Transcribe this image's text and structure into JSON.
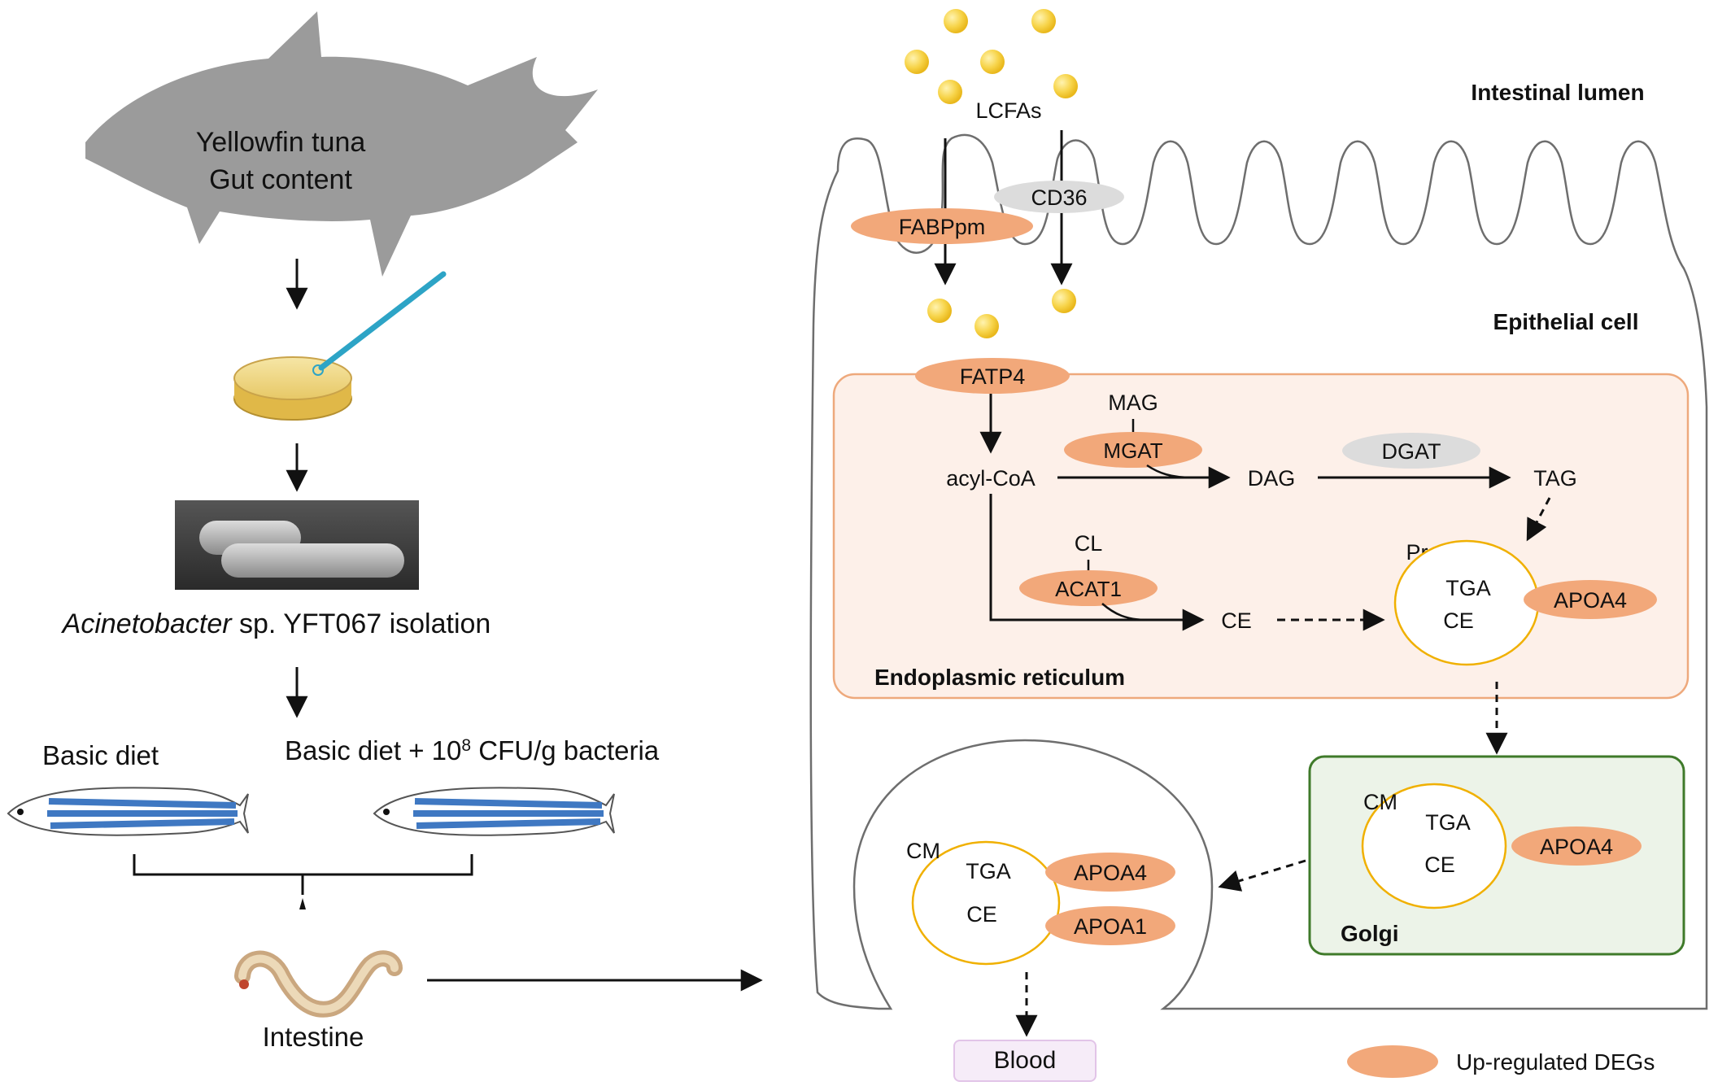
{
  "left_panel": {
    "tuna_label_line1": "Yellowfin tuna",
    "tuna_label_line2": "Gut content",
    "isolation_italic": "Acinetobacter",
    "isolation_rest": " sp. YFT067 isolation",
    "diet_control": "Basic diet",
    "diet_treatment_prefix": "Basic diet + 10",
    "diet_treatment_exponent": "8",
    "diet_treatment_suffix": " CFU/g bacteria",
    "intestine_label": "Intestine"
  },
  "right_panel": {
    "intestinal_lumen": "Intestinal lumen",
    "epithelial_cell": "Epithelial cell",
    "lcfas": "LCFAs",
    "cd36": "CD36",
    "fabppm": "FABPpm",
    "fatp4": "FATP4",
    "endoplasmic_reticulum": "Endoplasmic reticulum",
    "mag": "MAG",
    "mgat": "MGAT",
    "acyl_coa": "acyl-CoA",
    "dag": "DAG",
    "dgat": "DGAT",
    "tag": "TAG",
    "cl": "CL",
    "acat1": "ACAT1",
    "ce": "CE",
    "pre_cm": "Pre-CM",
    "tga": "TGA",
    "apoa4": "APOA4",
    "apoa1": "APOA1",
    "cm": "CM",
    "golgi": "Golgi",
    "blood": "Blood",
    "legend_label": "Up-regulated DEGs"
  },
  "colors": {
    "up_regulated": "#f2a87a",
    "not_regulated": "#dcdcdc",
    "lipid_droplet": "#f5c518",
    "er_fill": "#fdf0e9",
    "er_border": "#eea97c",
    "golgi_fill": "#ecf3e8",
    "golgi_border": "#3f7a2a",
    "membrane": "#6e6e6e",
    "chylomicron_ring": "#f0b000"
  }
}
